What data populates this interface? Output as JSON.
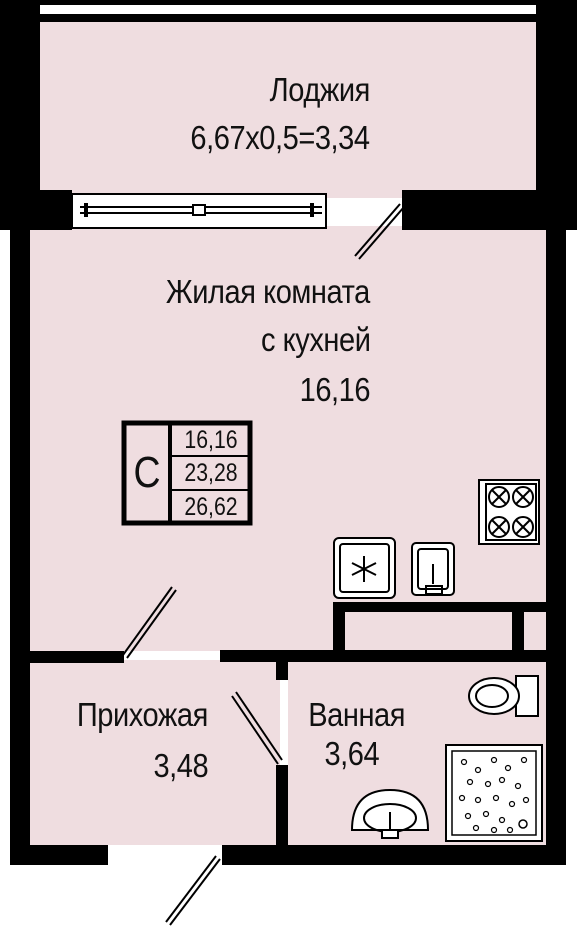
{
  "rooms": {
    "loggia": {
      "name": "Лоджия",
      "area": "6,67х0,5=3,34"
    },
    "living": {
      "name_line1": "Жилая комната",
      "name_line2": "с кухней",
      "area": "16,16"
    },
    "hallway": {
      "name": "Прихожая",
      "area": "3,48"
    },
    "bathroom": {
      "name": "Ванная",
      "area": "3,64"
    }
  },
  "badge": {
    "letter": "С",
    "values": [
      "16,16",
      "23,28",
      "26,62"
    ]
  },
  "colors": {
    "floor": "#efdde0",
    "wall": "#000000",
    "text": "#111111"
  }
}
